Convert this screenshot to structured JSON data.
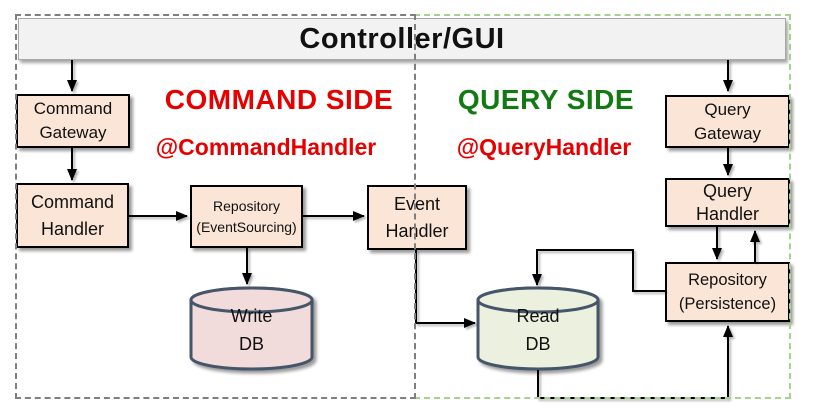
{
  "colors": {
    "red_accent": "#e60000",
    "green_accent": "#137a13",
    "node_fill": "#fbe5d6",
    "node_border": "#000000",
    "banner_fill": "#f2f2f2",
    "command_region_border": "#7f7f7f",
    "query_region_border": "#a9d18e",
    "db_border": "#44546a",
    "write_db_fill": "#f2dcdb",
    "read_db_fill": "#ebf1de"
  },
  "banner": {
    "title": "Controller/GUI"
  },
  "command_side": {
    "title": "COMMAND SIDE",
    "annotation": "@CommandHandler",
    "nodes": {
      "command_gateway": {
        "line1": "Command",
        "line2": "Gateway"
      },
      "command_handler": {
        "line1": "Command",
        "line2": "Handler"
      },
      "repository_event_sourcing": {
        "line1": "Repository",
        "line2": "(EventSourcing)"
      },
      "event_handler": {
        "line1": "Event",
        "line2": "Handler"
      },
      "write_db": {
        "line1": "Write",
        "line2": "DB"
      }
    }
  },
  "query_side": {
    "title": "QUERY SIDE",
    "annotation": "@QueryHandler",
    "nodes": {
      "query_gateway": {
        "line1": "Query",
        "line2": "Gateway"
      },
      "query_handler": {
        "line1": "Query",
        "line2": "Handler"
      },
      "repository_persistence": {
        "line1": "Repository",
        "line2": "(Persistence)"
      },
      "read_db": {
        "line1": "Read",
        "line2": "DB"
      }
    }
  }
}
